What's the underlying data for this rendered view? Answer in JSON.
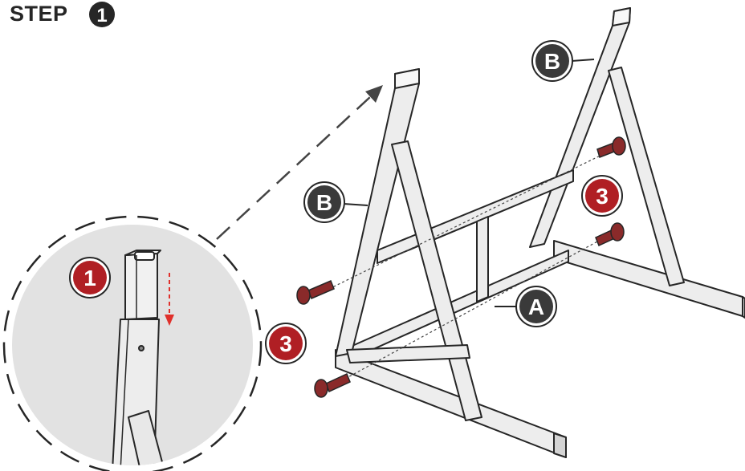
{
  "title": {
    "word": "STEP",
    "number": "1"
  },
  "callouts": {
    "part_a": "A",
    "part_b_left": "B",
    "part_b_right": "B",
    "step_1": "1",
    "step_3_left": "3",
    "step_3_right": "3"
  },
  "colors": {
    "ink": "#262626",
    "frame_fill": "#ededed",
    "frame_shade": "#d4d4d4",
    "dark_badge": "#3a3a3a",
    "red_badge": "#b01f24",
    "bolt": "#8a2a2a",
    "zoom_bg": "#dedede",
    "arrow_red": "#e0302b"
  },
  "icons": [
    "bolt-icon",
    "dashed-arrow-icon",
    "down-arrow-icon"
  ]
}
